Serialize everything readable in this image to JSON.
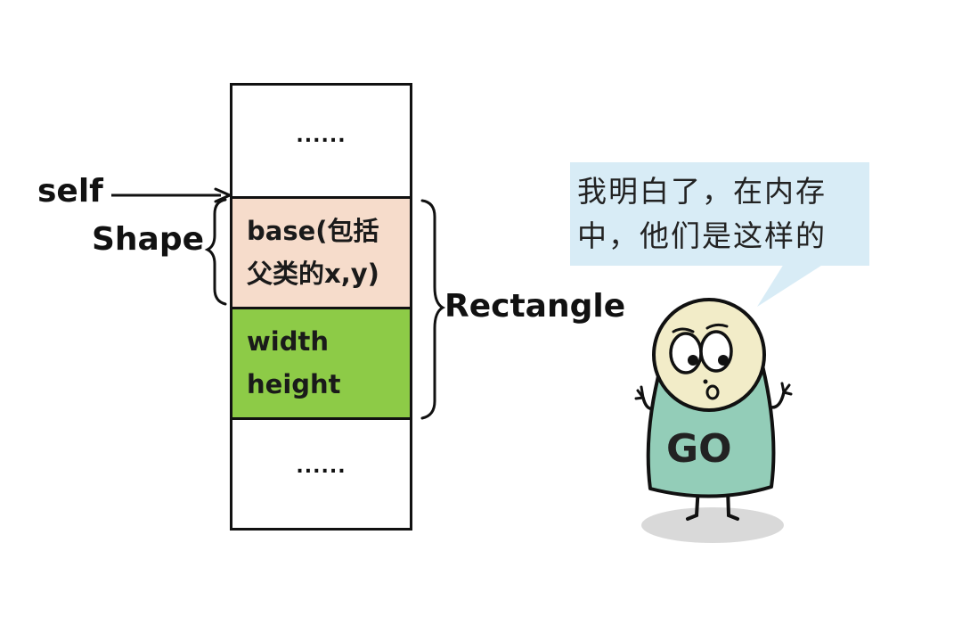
{
  "stack": {
    "top_dots": "......",
    "base_lines": [
      "base(包括",
      "父类的x,y)"
    ],
    "rect_lines": [
      "width",
      "height"
    ],
    "bottom_dots": "......"
  },
  "labels": {
    "self": "self",
    "shape": "Shape",
    "rectangle": "Rectangle"
  },
  "bubble": {
    "line1": "我明白了，在内存",
    "line2": "中，他们是这样的"
  },
  "character": {
    "shirt_text": "GO"
  },
  "colors": {
    "base_fill": "#f6dccb",
    "rect_fill": "#8dcb47",
    "bubble_fill": "#d8ecf6",
    "shirt_fill": "#93cdb8"
  }
}
